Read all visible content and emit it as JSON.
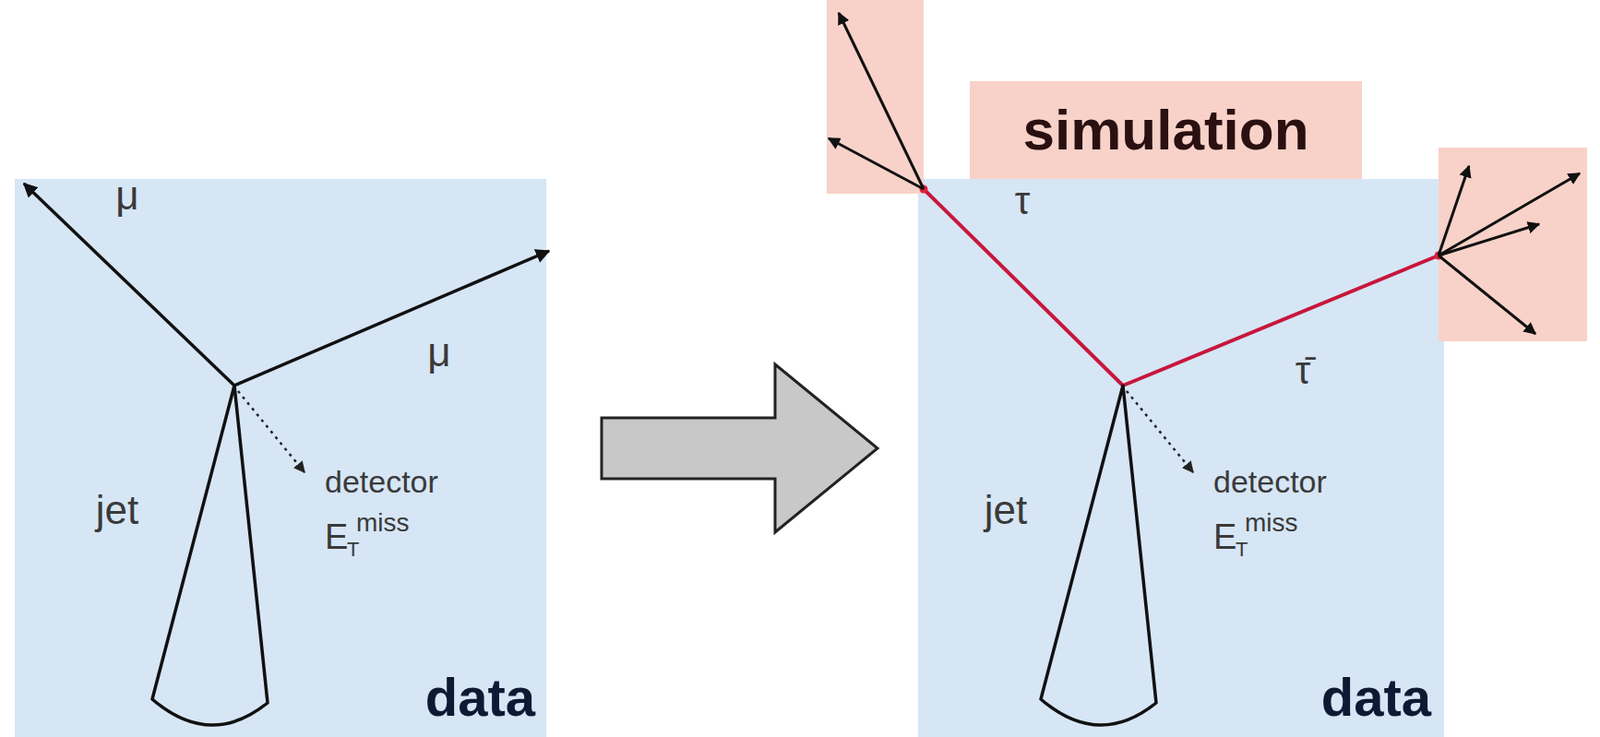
{
  "diagram": {
    "nodes": [
      {
        "text": [
          "data"
        ]
      },
      {
        "text": [
          "data"
        ]
      },
      {
        "text": [
          "simulation"
        ]
      }
    ],
    "edges": [
      {
        "from": 0,
        "to": 1,
        "arrow": "to"
      }
    ],
    "labels": [
      "μ",
      "μ",
      "jet",
      "detector",
      "E",
      "T",
      "miss",
      "τ",
      "τ̄",
      "jet",
      "detector",
      "E",
      "T",
      "miss"
    ]
  }
}
